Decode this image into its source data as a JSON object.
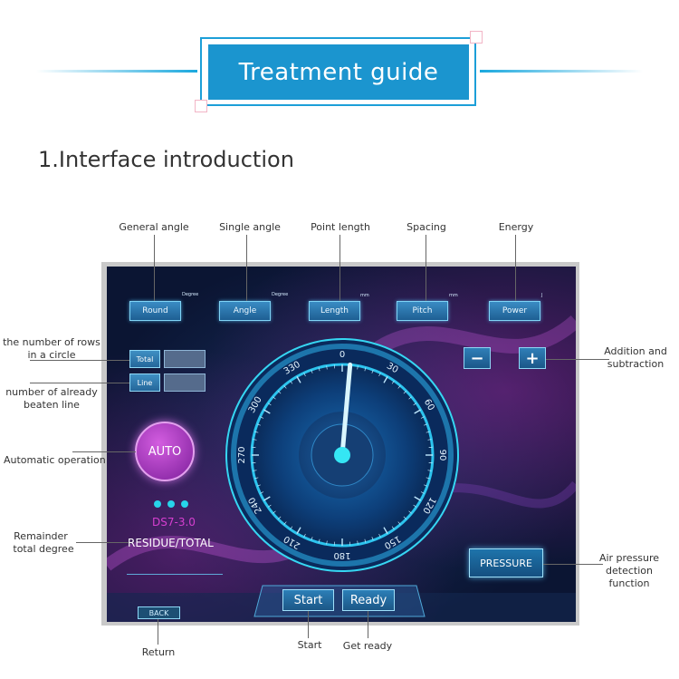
{
  "header": {
    "title": "Treatment guide"
  },
  "section": {
    "title": "1.Interface introduction"
  },
  "annotations": {
    "general_angle": "General angle",
    "single_angle": "Single angle",
    "point_length": "Point length",
    "spacing": "Spacing",
    "energy": "Energy",
    "rows_circle_1": "the number of rows",
    "rows_circle_2": "in a circle",
    "beaten_line_1": "number of already",
    "beaten_line_2": "beaten line",
    "auto_op": "Automatic operation",
    "remainder_1": "Remainder",
    "remainder_2": "total degree",
    "add_sub_1": "Addition and",
    "add_sub_2": "subtraction",
    "air_1": "Air pressure",
    "air_2": "detection function",
    "return": "Return",
    "start": "Start",
    "get_ready": "Get ready"
  },
  "device": {
    "buttons": {
      "round": "Round",
      "angle": "Angle",
      "length": "Length",
      "pitch": "Pitch",
      "power": "Power"
    },
    "units": {
      "round": "Degree",
      "angle": "Degree",
      "length": "mm",
      "pitch": "mm",
      "power": "J"
    },
    "total_label": "Total",
    "line_label": "Line",
    "minus": "−",
    "plus": "+",
    "auto": "AUTO",
    "model": "DS7-3.0",
    "residue": "RESIDUE/TOTAL",
    "pressure": "PRESSURE",
    "start": "Start",
    "ready": "Ready",
    "back": "BACK",
    "dial_ticks": [
      "0",
      "30",
      "60",
      "90",
      "120",
      "150",
      "180",
      "210",
      "240",
      "270",
      "300",
      "330"
    ],
    "needle_angle_deg": 5
  }
}
